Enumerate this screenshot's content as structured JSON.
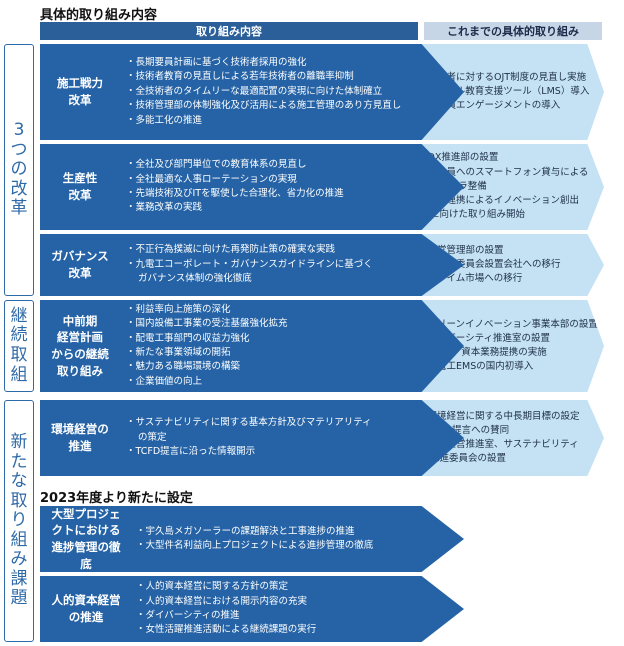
{
  "page_title": "具体的取り組み内容",
  "headers": {
    "left": "取り組み内容",
    "right": "これまでの具体的取り組み"
  },
  "side_labels": {
    "reform": [
      "3",
      "つ",
      "の",
      "改",
      "革"
    ],
    "continuation": [
      "継",
      "続",
      "取",
      "組"
    ],
    "new": [
      "新",
      "た",
      "な",
      "取",
      "り",
      "組",
      "み",
      "課",
      "題"
    ]
  },
  "rows": [
    {
      "label_lines": [
        "施工戦力",
        "改革"
      ],
      "items": [
        "・長期要員計画に基づく技術者採用の強化",
        "・技術者教育の見直しによる若年技術者の離職率抑制",
        "・全技術者のタイムリーな最適配置の実現に向けた体制確立",
        "・技術管理部の体制強化及び活用による施工管理のあり方見直し",
        "・多能工化の推進"
      ],
      "right_items": [
        "・若年者に対するOJT制度の見直し実施",
        "・デジタル教育支援ツール（LMS）導入",
        "・従業員エンゲージメントの導入"
      ]
    },
    {
      "label_lines": [
        "生産性",
        "改革"
      ],
      "items": [
        "・全社及び部門単位での教育体系の見直し",
        "・全社最適な人事ローテーションの実現",
        "・先端技術及びITを駆使した合理化、省力化の推進",
        "・業務改革の実践"
      ],
      "right_items": [
        "・DX推進部の設置",
        "・全社員へのスマートフォン貸与による",
        "インフラ整備",
        "・産学連携によるイノベーション創出",
        "に向けた取り組み開始"
      ]
    },
    {
      "label_lines": [
        "ガバナンス",
        "改革"
      ],
      "items": [
        "・不正行為撲滅に向けた再発防止策の確実な実践",
        "・九電工コーポレート・ガバナンスガイドラインに基づく",
        "ガバナンス体制の強化徹底"
      ],
      "right_items": [
        "・経営管理部の設置",
        "・監査等委員会設置会社への移行",
        "・プライム市場への移行"
      ]
    },
    {
      "label_lines": [
        "中前期",
        "経営計画",
        "からの継続",
        "取り組み"
      ],
      "items": [
        "・利益率向上施策の深化",
        "・国内設備工事業の受注基盤強化拡充",
        "・配電工事部門の収益力強化",
        "・新たな事業領域の開拓",
        "・魅力ある職場環境の構築",
        "・企業価値の向上"
      ],
      "right_items": [
        "・グリーンイノベーション事業本部の設置",
        "・ダイバーシティ推進室の設置",
        "・M＆A、資本業務提携の実施",
        "・九電工EMSの国内初導入"
      ]
    },
    {
      "label_lines": [
        "環境経営の",
        "推進"
      ],
      "items": [
        "・サステナビリティに関する基本方針及びマテリアリティ",
        "の策定",
        "・TCFD提言に沿った情報開示"
      ],
      "right_items": [
        "・環境経営に関する中長期目標の設定",
        "・TCFD提言への賛同",
        "・環境経営推進室、サステナビリティ",
        "推進委員会の設置"
      ]
    }
  ],
  "new_section_title": "2023年度より新たに設定",
  "new_rows": [
    {
      "label_lines": [
        "大型プロジェ",
        "クトにおける",
        "進捗管理の徹",
        "底"
      ],
      "items": [
        "・宇久島メガソーラーの課題解決と工事進捗の推進",
        "・大型件名利益向上プロジェクトによる進捗管理の徹底"
      ]
    },
    {
      "label_lines": [
        "人的資本経営",
        "の推進"
      ],
      "items": [
        "・人的資本経営に関する方針の策定",
        "・人的資本経営における開示内容の充実",
        "・ダイバーシティの推進",
        "・女性活躍推進活動による継続課題の実行"
      ]
    }
  ]
}
